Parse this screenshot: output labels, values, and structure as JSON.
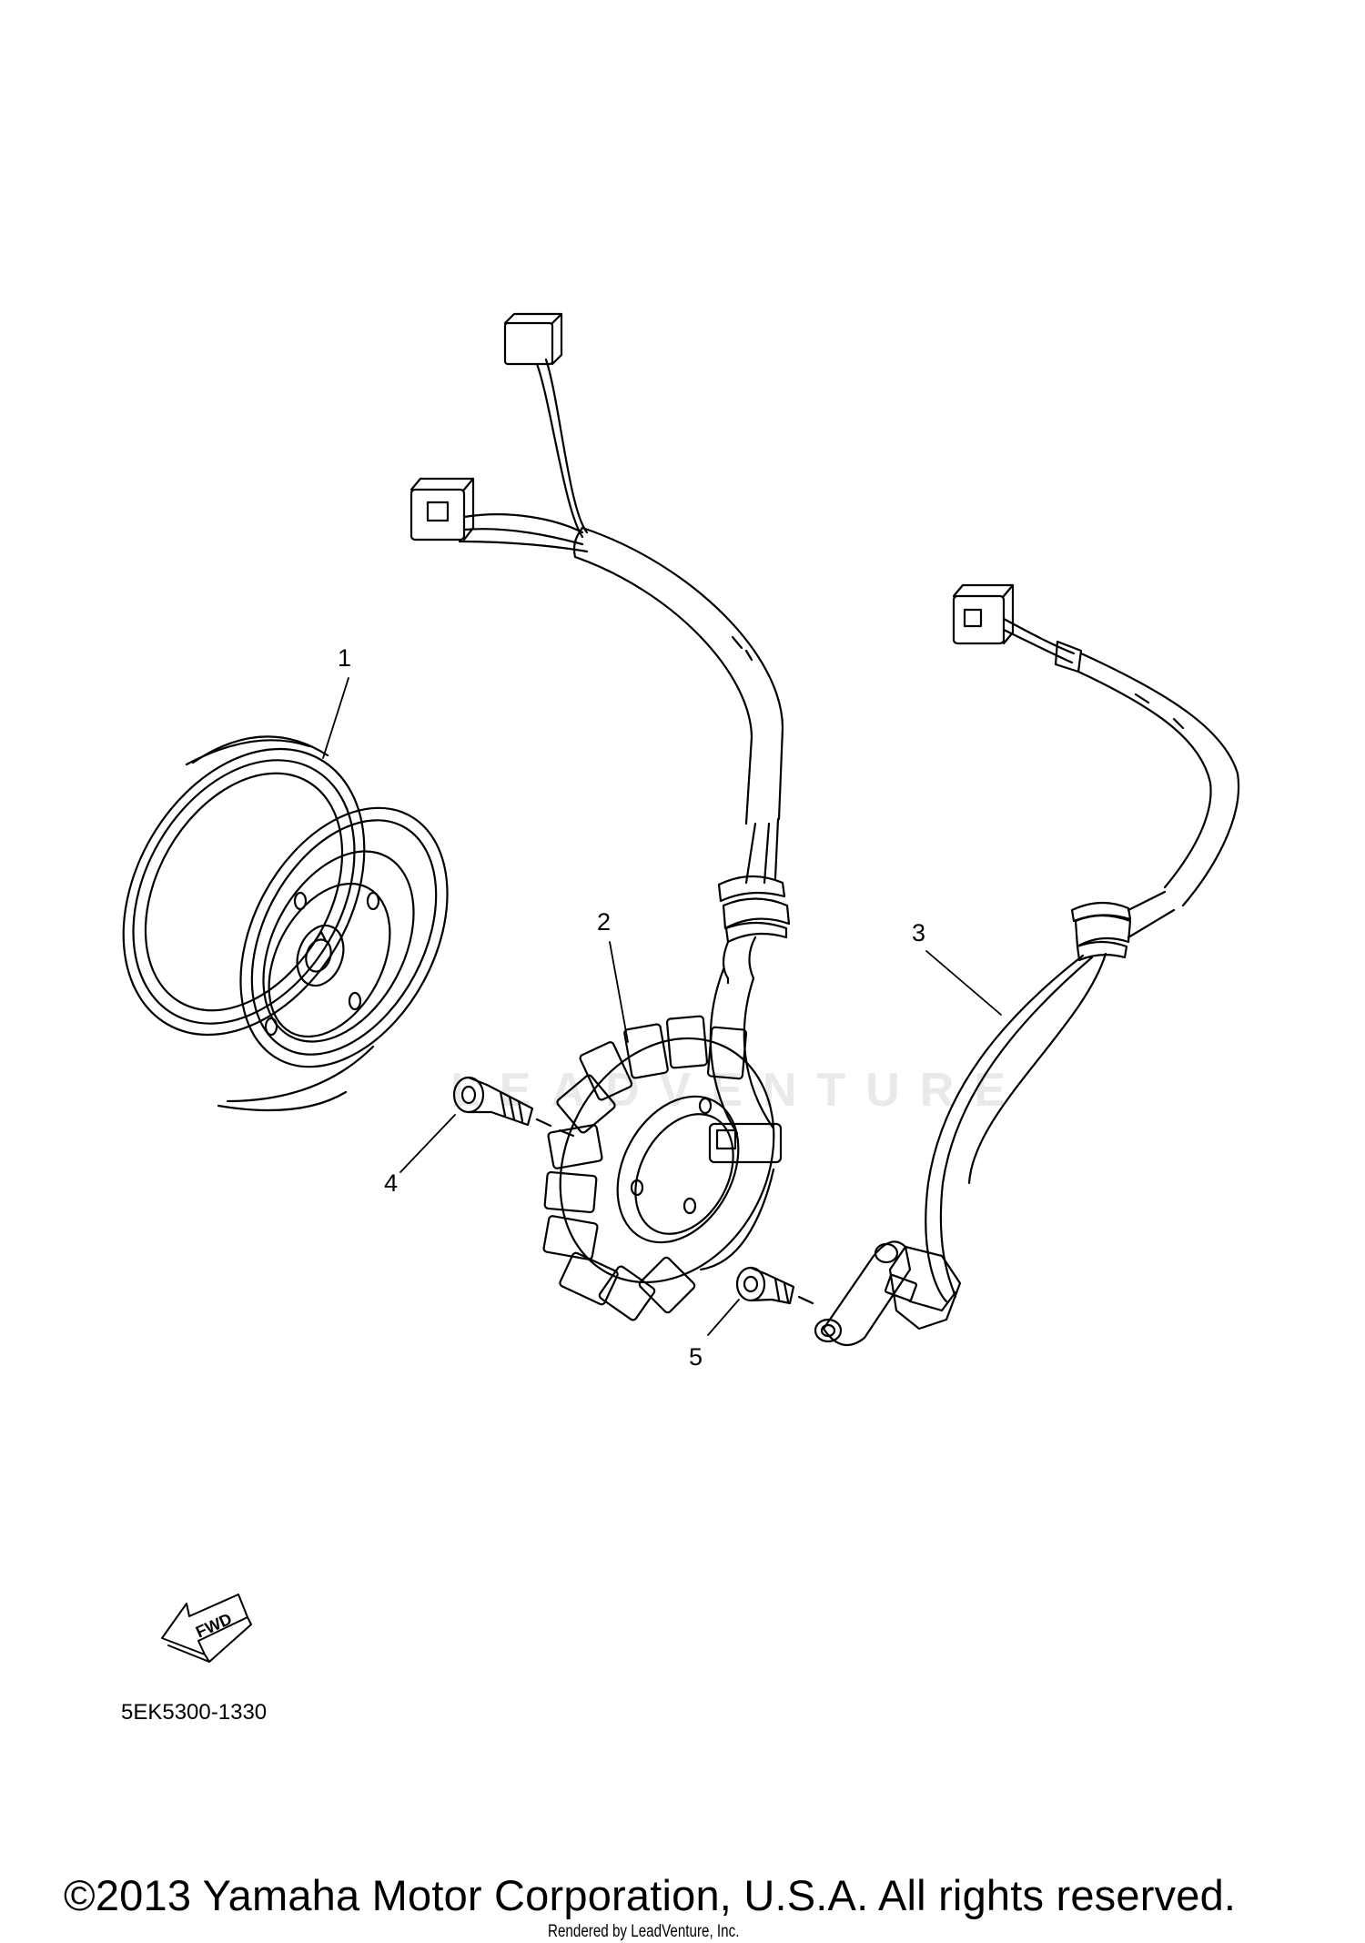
{
  "diagram": {
    "callouts": [
      {
        "id": "1",
        "label": "1"
      },
      {
        "id": "2",
        "label": "2"
      },
      {
        "id": "3",
        "label": "3"
      },
      {
        "id": "4",
        "label": "4"
      },
      {
        "id": "5",
        "label": "5"
      }
    ],
    "fwd_label": "FWD",
    "code": "5EK5300-1330",
    "watermark": "LEADVENTURE"
  },
  "footer": {
    "copyright": "©2013 Yamaha Motor Corporation, U.S.A. All rights reserved.",
    "rendered_by": "Rendered by LeadVenture, Inc."
  }
}
